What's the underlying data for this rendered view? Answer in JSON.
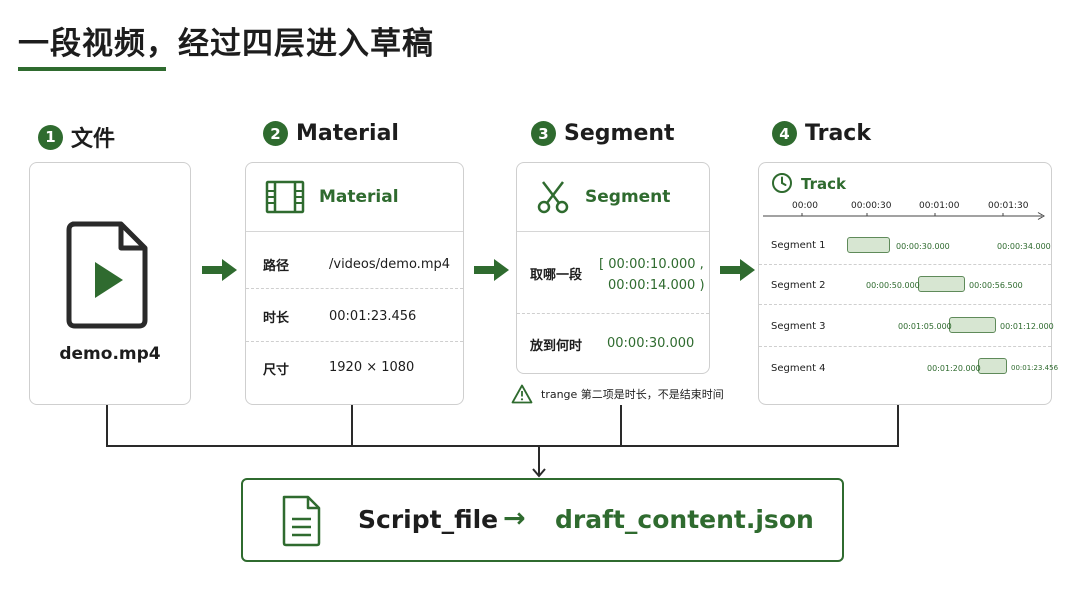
{
  "title": "一段视频，经过四层进入草稿",
  "steps": [
    {
      "num": "1",
      "label": "文件"
    },
    {
      "num": "2",
      "label": "Material"
    },
    {
      "num": "3",
      "label": "Segment"
    },
    {
      "num": "4",
      "label": "Track"
    }
  ],
  "file_card": {
    "filename": "demo.mp4",
    "icon": "video-file-icon"
  },
  "material_card": {
    "header": "Material",
    "icon": "film-strip-icon",
    "rows": [
      {
        "key": "路径",
        "value": "/videos/demo.mp4"
      },
      {
        "key": "时长",
        "value": "00:01:23.456"
      },
      {
        "key": "尺寸",
        "value": "1920 × 1080"
      }
    ]
  },
  "segment_card": {
    "header": "Segment",
    "icon": "scissors-icon",
    "source_key": "取哪一段",
    "source_value_line1": "[ 00:00:10.000 ,",
    "source_value_line2": "00:00:14.000 )",
    "target_key": "放到何时",
    "target_value": "00:00:30.000"
  },
  "warning": {
    "icon": "warning-icon",
    "text": "trange 第二项是时长，不是结束时间"
  },
  "track_card": {
    "header": "Track",
    "icon": "clock-icon",
    "ticks": [
      "00:00",
      "00:00:30",
      "00:01:00",
      "00:01:30"
    ],
    "segments": [
      {
        "label": "Segment 1",
        "start": "00:00:30.000",
        "end": "00:00:34.000"
      },
      {
        "label": "Segment 2",
        "start": "00:00:50.000",
        "end": "00:00:56.500"
      },
      {
        "label": "Segment 3",
        "start": "00:01:05.000",
        "end": "00:01:12.000"
      },
      {
        "label": "Segment 4",
        "start": "00:01:20.000",
        "end": "00:01:23.456"
      }
    ]
  },
  "script_box": {
    "icon": "document-icon",
    "label": "Script_file",
    "arrow": "→",
    "target": "draft_content.json"
  },
  "colors": {
    "accent": "#2f6b2f",
    "segment_fill": "#d7e6d2",
    "border": "#cfcfcf"
  }
}
